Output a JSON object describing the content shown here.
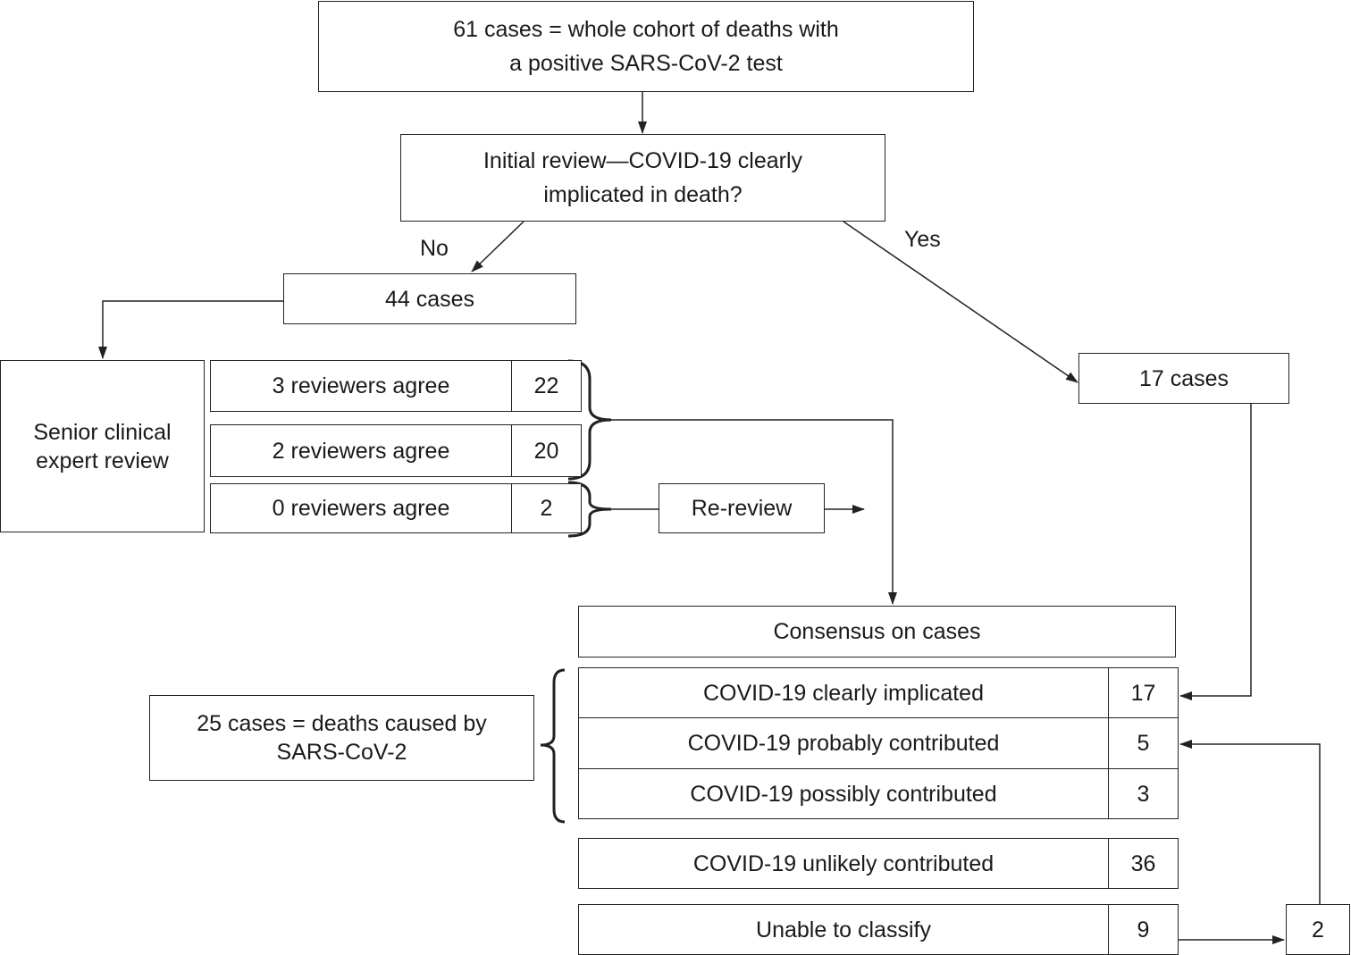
{
  "nodes": {
    "cohort": "61 cases = whole cohort of deaths with a positive SARS-CoV-2 test",
    "initial_review": "Initial review—COVID-19 clearly implicated in death?",
    "cases_44": "44 cases",
    "cases_17": "17 cases",
    "senior_review": "Senior clinical expert review",
    "re_review": "Re-review",
    "consensus": "Consensus on cases",
    "caused_by": "25 cases = deaths caused by SARS-CoV-2",
    "reclassified_count": "2"
  },
  "edge_labels": {
    "no": "No",
    "yes": "Yes"
  },
  "reviewer_agreement": [
    {
      "label": "3 reviewers agree",
      "count": "22"
    },
    {
      "label": "2 reviewers agree",
      "count": "20"
    },
    {
      "label": "0 reviewers agree",
      "count": "2"
    }
  ],
  "outcomes": [
    {
      "label": "COVID-19 clearly implicated",
      "count": "17"
    },
    {
      "label": "COVID-19 probably contributed",
      "count": "5"
    },
    {
      "label": "COVID-19 possibly contributed",
      "count": "3"
    },
    {
      "label": "COVID-19 unlikely contributed",
      "count": "36"
    },
    {
      "label": "Unable to classify",
      "count": "9"
    }
  ]
}
